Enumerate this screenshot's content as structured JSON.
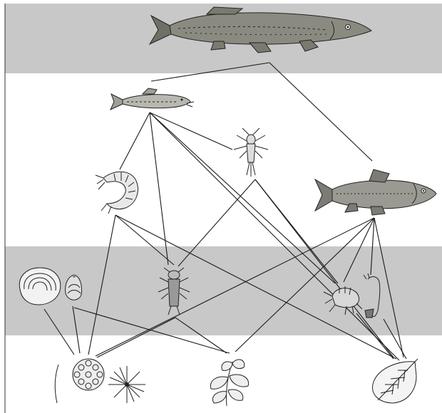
{
  "diagram": {
    "type": "food-web",
    "bands": [
      {
        "id": "top-predator-band",
        "shade": "#c8c8c8"
      },
      {
        "id": "secondary-consumer-band",
        "shade": "#ffffff"
      },
      {
        "id": "primary-consumer-band",
        "shade": "#c8c8c8"
      },
      {
        "id": "producer-band",
        "shade": "#ffffff"
      }
    ],
    "organisms": [
      {
        "id": "pike",
        "icon": "pike-fish-icon"
      },
      {
        "id": "loach",
        "icon": "small-fish-icon"
      },
      {
        "id": "mayfly-nymph",
        "icon": "mayfly-nymph-icon"
      },
      {
        "id": "amphipod",
        "icon": "curled-shrimp-icon"
      },
      {
        "id": "roach",
        "icon": "roach-fish-icon"
      },
      {
        "id": "clam",
        "icon": "clam-icon"
      },
      {
        "id": "snail",
        "icon": "snail-icon"
      },
      {
        "id": "water-beetle-larva",
        "icon": "beetle-larva-icon"
      },
      {
        "id": "freshwater-shrimp",
        "icon": "shrimp-icon"
      },
      {
        "id": "midge-larva",
        "icon": "midge-larva-icon"
      },
      {
        "id": "filamentous-alga",
        "icon": "filament-alga-icon"
      },
      {
        "id": "colonial-alga",
        "icon": "colonial-alga-icon"
      },
      {
        "id": "star-diatom",
        "icon": "star-diatom-icon"
      },
      {
        "id": "water-plant",
        "icon": "water-plant-icon"
      },
      {
        "id": "dead-leaf",
        "icon": "leaf-icon"
      }
    ],
    "links": [
      [
        "loach",
        "pike"
      ],
      [
        "roach",
        "pike"
      ],
      [
        "amphipod",
        "loach"
      ],
      [
        "water-beetle-larva",
        "loach"
      ],
      [
        "mayfly-nymph",
        "loach"
      ],
      [
        "freshwater-shrimp",
        "loach"
      ],
      [
        "dead-leaf",
        "loach"
      ],
      [
        "colonial-alga",
        "amphipod"
      ],
      [
        "water-beetle-larva",
        "amphipod"
      ],
      [
        "dead-leaf",
        "amphipod"
      ],
      [
        "water-beetle-larva",
        "mayfly-nymph"
      ],
      [
        "freshwater-shrimp",
        "mayfly-nymph"
      ],
      [
        "dead-leaf",
        "mayfly-nymph"
      ],
      [
        "colonial-alga",
        "roach"
      ],
      [
        "water-plant",
        "roach"
      ],
      [
        "freshwater-shrimp",
        "roach"
      ],
      [
        "midge-larva",
        "roach"
      ],
      [
        "dead-leaf",
        "roach"
      ],
      [
        "colonial-alga",
        "clam"
      ],
      [
        "colonial-alga",
        "snail"
      ],
      [
        "water-plant",
        "snail"
      ],
      [
        "colonial-alga",
        "water-beetle-larva"
      ],
      [
        "water-plant",
        "water-beetle-larva"
      ],
      [
        "dead-leaf",
        "freshwater-shrimp"
      ],
      [
        "dead-leaf",
        "midge-larva"
      ]
    ]
  }
}
